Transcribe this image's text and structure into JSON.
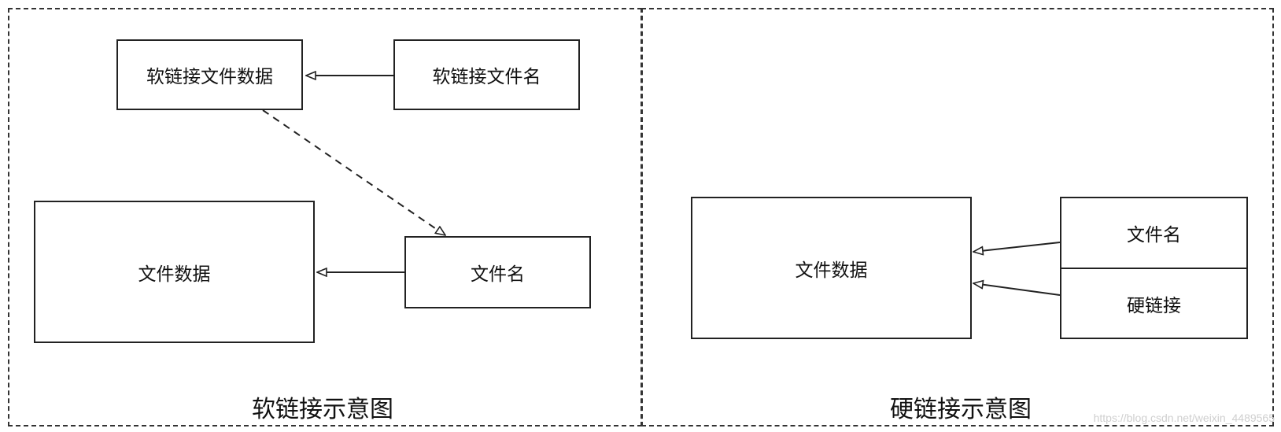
{
  "soft_link_diagram": {
    "symlink_data_label": "软链接文件数据",
    "symlink_name_label": "软链接文件名",
    "file_data_label": "文件数据",
    "file_name_label": "文件名",
    "caption": "软链接示意图"
  },
  "hard_link_diagram": {
    "file_data_label": "文件数据",
    "file_name_label": "文件名",
    "hard_link_label": "硬链接",
    "caption": "硬链接示意图"
  },
  "watermark": "https://blog.csdn.net/weixin_4489565"
}
